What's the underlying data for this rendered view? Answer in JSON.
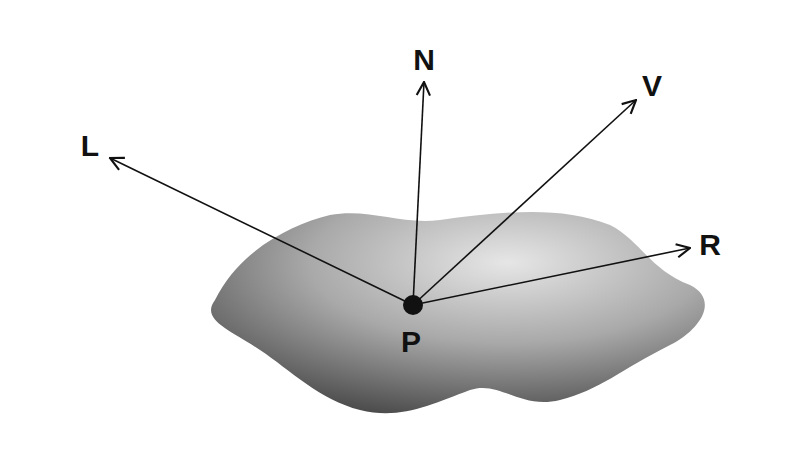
{
  "diagram": {
    "labels": [
      "N",
      "L",
      "V",
      "R",
      "P"
    ]
  }
}
